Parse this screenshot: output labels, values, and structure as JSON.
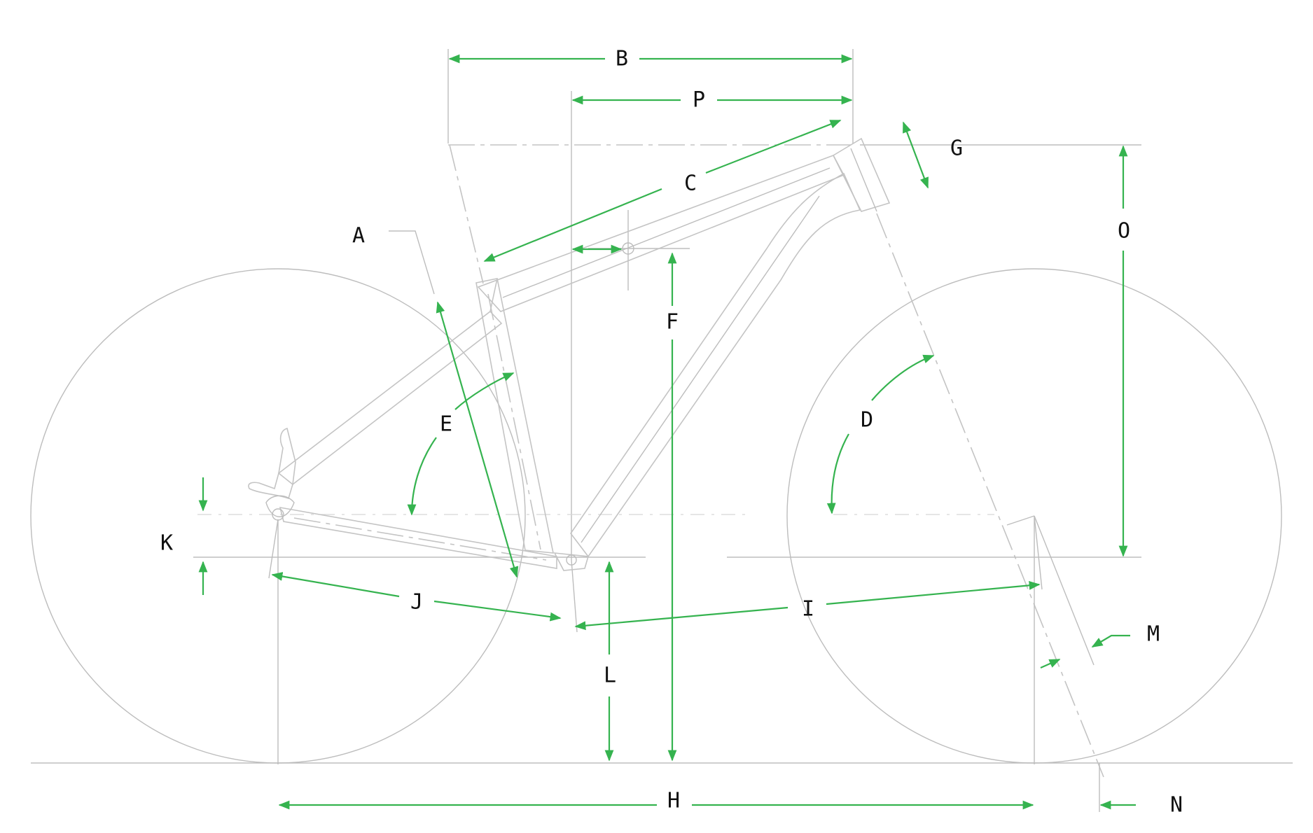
{
  "colors": {
    "background": "#ffffff",
    "frame_line": "#c4c4c4",
    "dimension_arrow": "#35b34f",
    "label_text": "#111111"
  },
  "labels": {
    "A": "A",
    "B": "B",
    "C": "C",
    "D": "D",
    "E": "E",
    "F": "F",
    "G": "G",
    "H": "H",
    "I": "I",
    "J": "J",
    "K": "K",
    "L": "L",
    "M": "M",
    "N": "N",
    "O": "O",
    "P": "P"
  }
}
